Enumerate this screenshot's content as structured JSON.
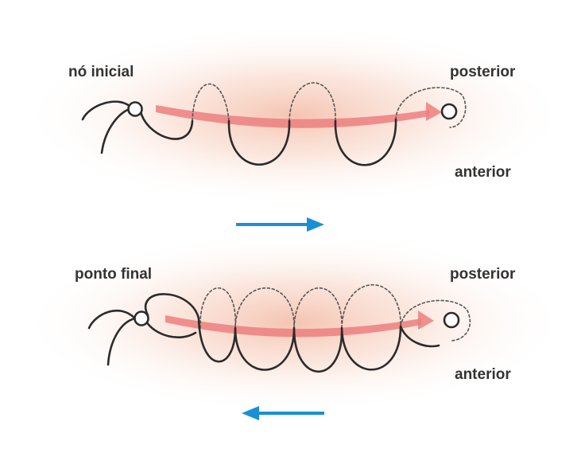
{
  "upper_panel": {
    "start_label": "nó inicial",
    "posterior_label": "posterior",
    "anterior_label": "anterior",
    "direction": "right"
  },
  "lower_panel": {
    "start_label": "ponto final",
    "posterior_label": "posterior",
    "anterior_label": "anterior",
    "direction": "left"
  },
  "colors": {
    "direction_arrow": "#1a8fd6",
    "wound_arrow": "#ec7f7f",
    "glow": "#f6c9b4",
    "thread": "#2b2b2b"
  }
}
